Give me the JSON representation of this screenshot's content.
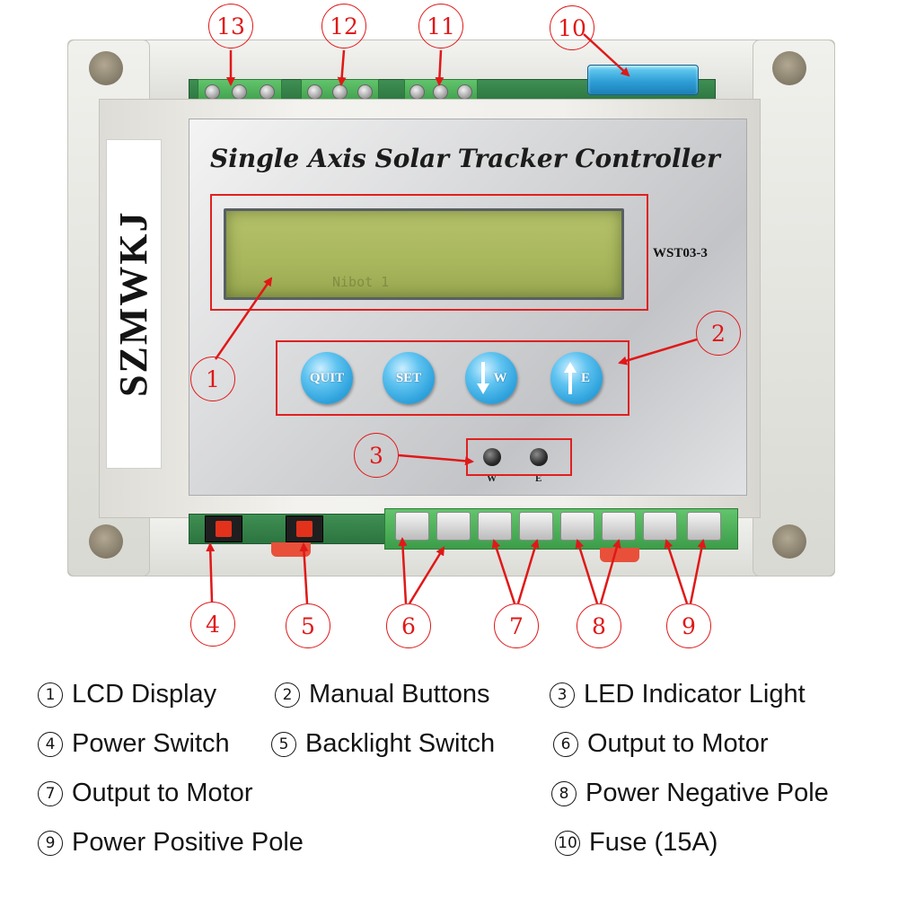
{
  "device": {
    "title": "Single Axis Solar Tracker Controller",
    "model": "WST03-3",
    "brand": "SZMWKJ",
    "buttons": [
      {
        "label": "QUIT",
        "arrow": ""
      },
      {
        "label": "SET",
        "arrow": ""
      },
      {
        "label": "W",
        "arrow": "down-arrow-icon"
      },
      {
        "label": "E",
        "arrow": "up-arrow-icon"
      }
    ],
    "leds": [
      {
        "label": "W"
      },
      {
        "label": "E"
      }
    ],
    "lcd_ghost_text": "Nibot 1"
  },
  "callouts": [
    "1",
    "2",
    "3",
    "4",
    "5",
    "6",
    "7",
    "8",
    "9",
    "10",
    "11",
    "12",
    "13"
  ],
  "legend": [
    {
      "num": "1",
      "text": "LCD Display"
    },
    {
      "num": "2",
      "text": "Manual Buttons"
    },
    {
      "num": "3",
      "text": "LED Indicator Light"
    },
    {
      "num": "4",
      "text": "Power Switch"
    },
    {
      "num": "5",
      "text": "Backlight Switch"
    },
    {
      "num": "6",
      "text": "Output to Motor"
    },
    {
      "num": "7",
      "text": "Output to Motor"
    },
    {
      "num": "8",
      "text": "Power Negative Pole"
    },
    {
      "num": "9",
      "text": "Power Positive Pole"
    },
    {
      "num": "10",
      "text": "Fuse (15A)"
    }
  ],
  "colors": {
    "callout_red": "#e01818",
    "button_blue": "#2fa3dd",
    "lcd_green": "#a8b65c",
    "terminal_green": "#3c9d49"
  }
}
